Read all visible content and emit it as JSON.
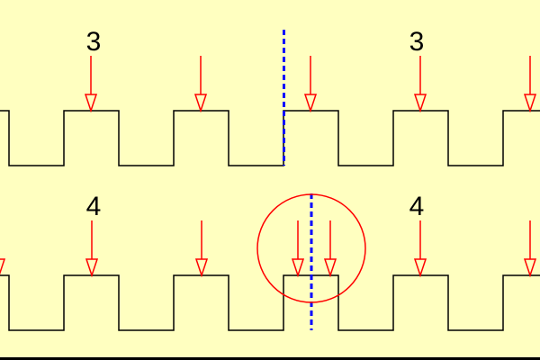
{
  "rows": [
    {
      "label_left": "3",
      "label_right": "3"
    },
    {
      "label_left": "4",
      "label_right": "4"
    }
  ],
  "colors": {
    "background": "#ffffc0",
    "wave": "#000000",
    "arrow": "#ff0000",
    "marker": "#0000ff"
  }
}
